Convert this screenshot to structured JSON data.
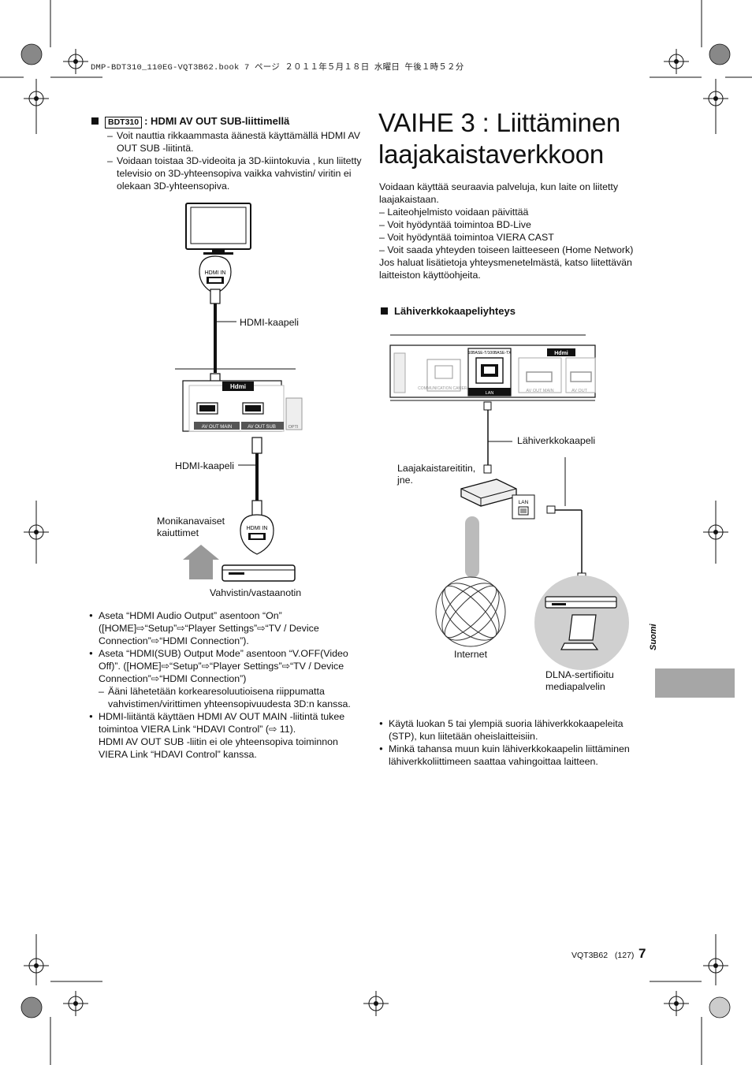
{
  "header": {
    "print_line": "DMP-BDT310_110EG-VQT3B62.book  7 ページ  ２０１１年５月１８日  水曜日  午後１時５２分"
  },
  "left": {
    "model_badge": "BDT310",
    "section_title": ": HDMI AV OUT SUB-liittimellä",
    "dash_items": [
      "Voit nauttia rikkaammasta äänestä käyttämällä HDMI AV OUT SUB -liitintä.",
      "Voidaan toistaa 3D-videoita  ja 3D-kiintokuvia , kun liitetty televisio on 3D-yhteensopiva vaikka vahvistin/ viritin ei olekaan 3D-yhteensopiva."
    ],
    "diagram": {
      "hdmi_in_top": "HDMI IN",
      "cable_label_1": "HDMI-kaapeli",
      "port_main": "AV OUT   MAIN",
      "port_sub": "AV OUT   SUB",
      "port_opt": "OPTI",
      "hdmi_logo": "Hdmi",
      "cable_label_2": "HDMI-kaapeli",
      "speakers_label": "Monikanavaiset kaiuttimet",
      "hdmi_in_bottom": "HDMI IN",
      "receiver_label": "Vahvistin/vastaanotin"
    },
    "bullets": [
      {
        "text": "Aseta “HDMI Audio Output” asentoon “On” ([HOME]⇨“Setup”⇨“Player Settings”⇨“TV / Device Connection”⇨“HDMI Connection”)."
      },
      {
        "text": "Aseta “HDMI(SUB) Output Mode” asentoon “V.OFF(Video Off)”. ([HOME]⇨“Setup”⇨“Player Settings”⇨“TV / Device Connection”⇨“HDMI Connection”)",
        "sub": "Ääni lähetetään korkearesoluutioisena riippumatta vahvistimen/virittimen yhteensopivuudesta 3D:n kanssa."
      },
      {
        "text": "HDMI-liitäntä käyttäen HDMI AV OUT MAIN -liitintä tukee toimintoa VIERA Link “HDAVI Control” (⇨ 11).",
        "extra": "HDMI AV OUT SUB -liitin ei ole yhteensopiva toiminnon VIERA Link “HDAVI Control” kanssa."
      }
    ]
  },
  "right": {
    "title_line1": "VAIHE 3 : Liittäminen",
    "title_line2": "laajakaistaverkkoon",
    "intro_lines": [
      "Voidaan käyttää seuraavia palveluja, kun laite on liitetty laajakaistaan.",
      "– Laiteohjelmisto voidaan päivittää",
      "– Voit hyödyntää toimintoa BD-Live",
      "– Voit hyödyntää toimintoa VIERA CAST",
      "– Voit saada yhteyden toiseen laitteeseen (Home Network)",
      "Jos haluat lisätietoja yhteysmenetelmästä, katso liitettävän laitteiston käyttöohjeita."
    ],
    "section_title": "Lähiverkkokaapeliyhteys",
    "diagram": {
      "lan_spec": "10BASE-T/100BASE-TX",
      "hdmi_logo": "Hdmi",
      "comm_label": "COMMUNICATION CAMERA",
      "lan_port": "LAN",
      "port_main": "AV OUT   MAIN",
      "port_sub": "AV OUT",
      "cable_label": "Lähiverkkokaapeli",
      "router_label": "Laajakaistareititin, jne.",
      "router_lan": "LAN",
      "internet_label": "Internet",
      "dlna_label": "DLNA-sertifioitu mediapalvelin"
    },
    "bullets": [
      "Käytä luokan 5 tai ylempiä suoria lähiverkkokaapeleita (STP), kun liitetään oheislaitteisiin.",
      "Minkä tahansa muun kuin lähiverkkokaapelin liittäminen lähiverkkoliittimeen saattaa vahingoittaa laitteen."
    ]
  },
  "side_tab": {
    "language": "Suomi"
  },
  "footer": {
    "doc_code": "VQT3B62",
    "sheet": "(127)",
    "page": "7"
  }
}
